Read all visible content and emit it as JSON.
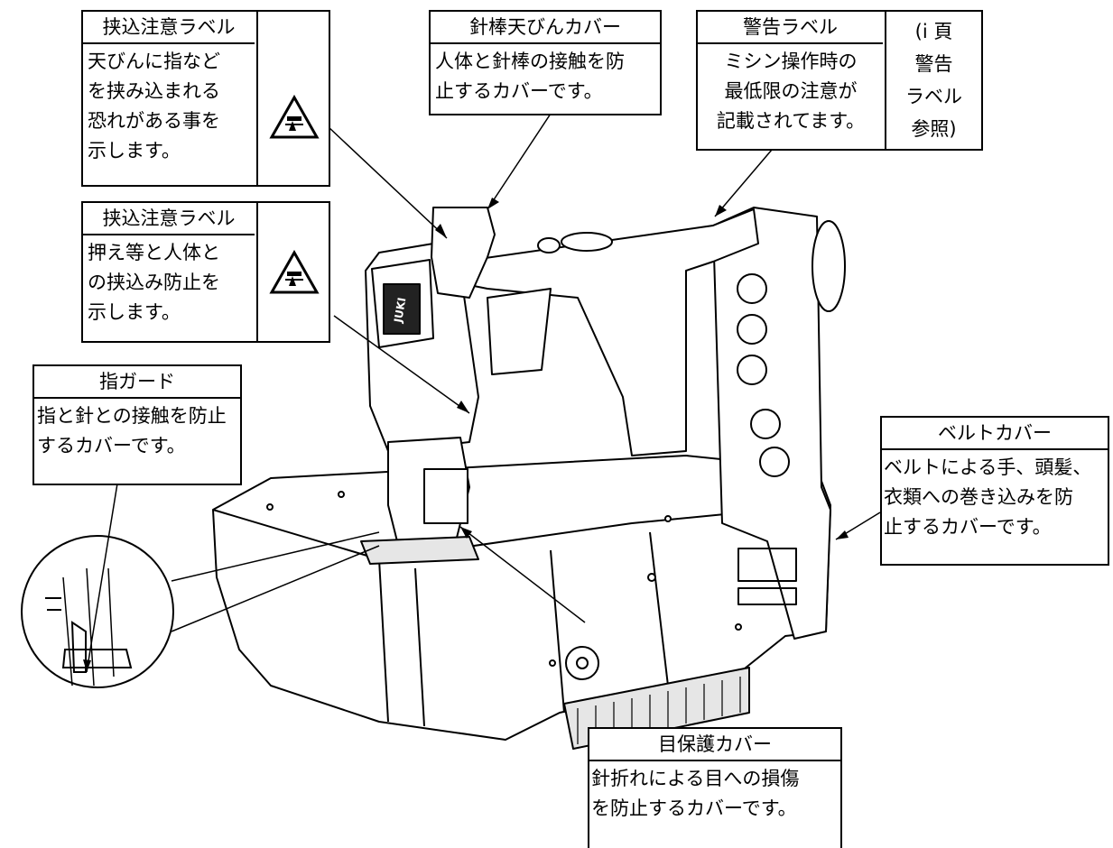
{
  "labels": {
    "pinch1": {
      "title": "挟込注意ラベル",
      "text": "天びんに指など\nを挟み込まれる\n恐れがある事を\n示します。"
    },
    "pinch2": {
      "title": "挟込注意ラベル",
      "text": "押え等と人体と\nの挟込み防止を\n示します。"
    },
    "finger": {
      "title": "指ガード",
      "text": "指と針との接触を防止\nするカバーです。"
    },
    "needlebar": {
      "title": "針棒天びんカバー",
      "text": "人体と針棒の接触を防\n止するカバーです。"
    },
    "warning": {
      "title": "警告ラベル",
      "text": "ミシン操作時の\n最低限の注意が\n記載されてます。",
      "ref": "(i 頁\n警告\nラベル\n参照)"
    },
    "belt": {
      "title": "ベルトカバー",
      "text": "ベルトによる手、頭髪、\n衣類への巻き込みを防\n止するカバーです。"
    },
    "eye": {
      "title": "目保護カバー",
      "text": "針折れによる目への損傷\nを防止するカバーです。"
    }
  },
  "machine_logo": "JUKI",
  "colors": {
    "line": "#000000",
    "fill": "#ffffff",
    "shade": "#e6e6e6"
  }
}
